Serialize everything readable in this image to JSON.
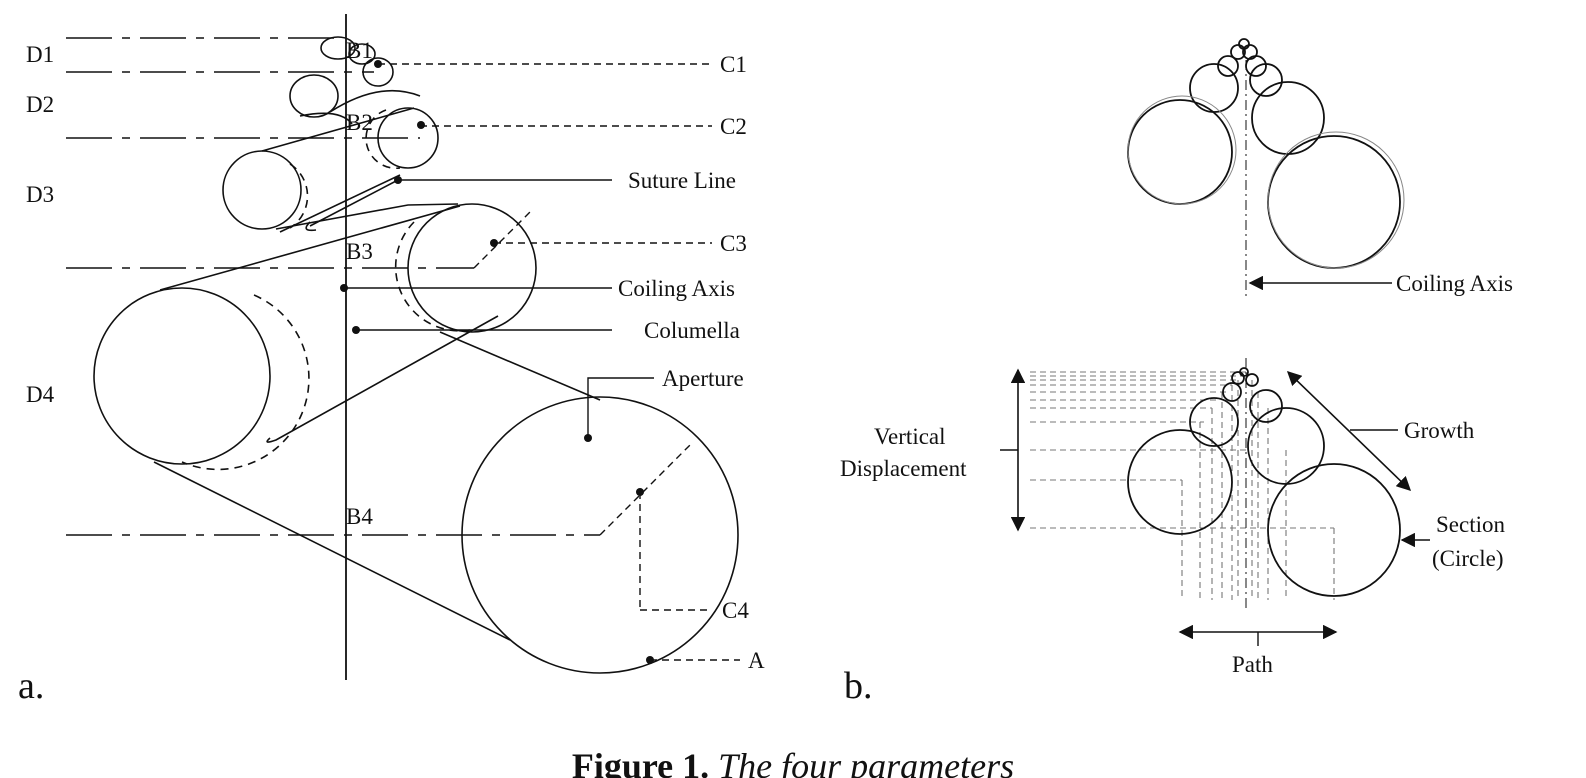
{
  "figure": {
    "caption_label": "Figure 1",
    "caption_separator": ". ",
    "caption_text": "The four parameters"
  },
  "panel_a": {
    "panel_label": "a.",
    "labels": {
      "d1": "D1",
      "d2": "D2",
      "d3": "D3",
      "d4": "D4",
      "b1": "B1",
      "b2": "B2",
      "b3": "B3",
      "b4": "B4",
      "c1": "C1",
      "c2": "C2",
      "c3": "C3",
      "c4": "C4",
      "a": "A",
      "suture_line": "Suture Line",
      "coiling_axis": "Coiling Axis",
      "columella": "Columella",
      "aperture": "Aperture"
    }
  },
  "panel_b": {
    "panel_label": "b.",
    "labels": {
      "coiling_axis": "Coiling Axis",
      "vertical_line1": "Vertical",
      "vertical_line2": "Displacement",
      "growth": "Growth",
      "section_line1": "Section",
      "section_line2": "(Circle)",
      "path": "Path"
    }
  },
  "colors": {
    "ink": "#111111",
    "guide": "#777777",
    "background": "#ffffff"
  }
}
